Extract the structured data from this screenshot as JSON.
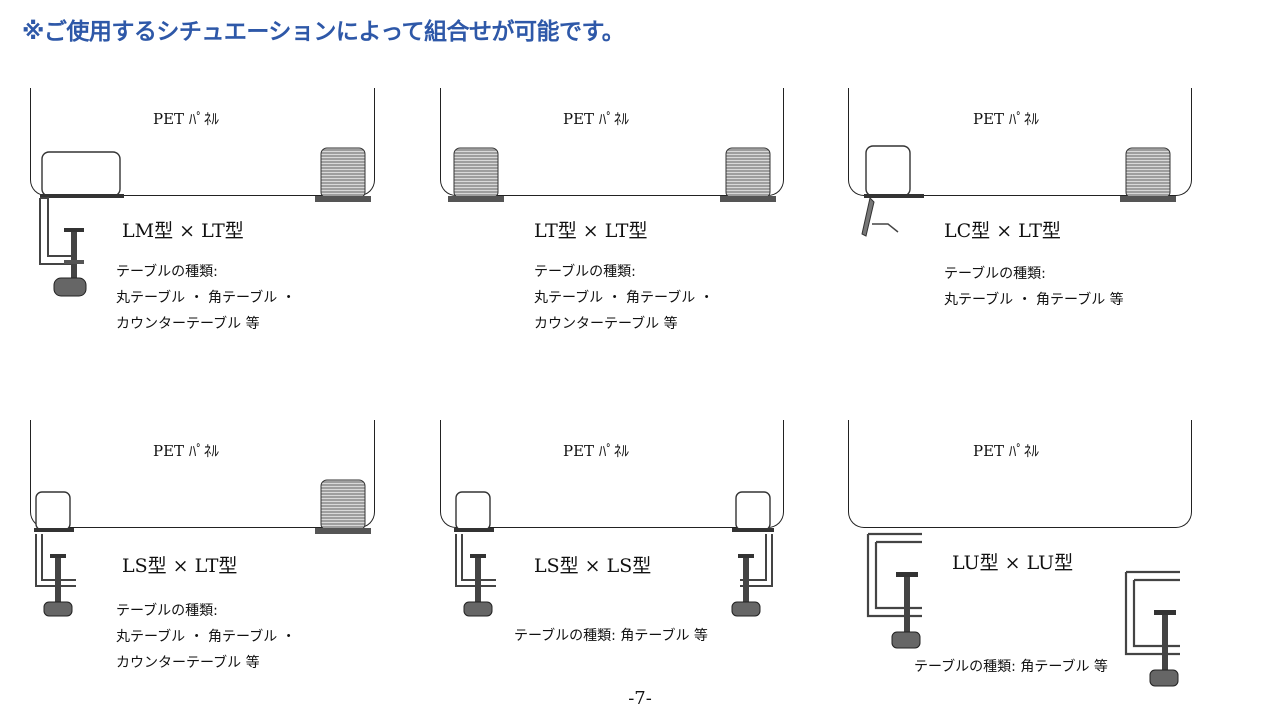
{
  "heading": "※ご使用するシチュエーションによって組合せが可能です。",
  "panels": [
    {
      "panel_label": "PET ﾊﾟﾈﾙ",
      "combo": "LM型 × LT型",
      "table_lines": [
        "テーブルの種類:",
        "丸テーブル ・ 角テーブル ・",
        "カウンターテーブル 等"
      ]
    },
    {
      "panel_label": "PET ﾊﾟﾈﾙ",
      "combo": "LT型 × LT型",
      "table_lines": [
        "テーブルの種類:",
        "丸テーブル ・ 角テーブル ・",
        "カウンターテーブル 等"
      ]
    },
    {
      "panel_label": "PET ﾊﾟﾈﾙ",
      "combo": "LC型 × LT型",
      "table_lines": [
        "テーブルの種類:",
        "丸テーブル ・ 角テーブル 等"
      ]
    },
    {
      "panel_label": "PET ﾊﾟﾈﾙ",
      "combo": "LS型 × LT型",
      "table_lines": [
        "テーブルの種類:",
        "丸テーブル ・ 角テーブル ・",
        "カウンターテーブル 等"
      ]
    },
    {
      "panel_label": "PET ﾊﾟﾈﾙ",
      "combo": "LS型 × LS型",
      "table_lines": [
        "テーブルの種類: 角テーブル 等"
      ]
    },
    {
      "panel_label": "PET ﾊﾟﾈﾙ",
      "combo": "LU型 × LU型",
      "table_lines": [
        "テーブルの種類: 角テーブル 等"
      ]
    }
  ],
  "page_number": "-7-"
}
